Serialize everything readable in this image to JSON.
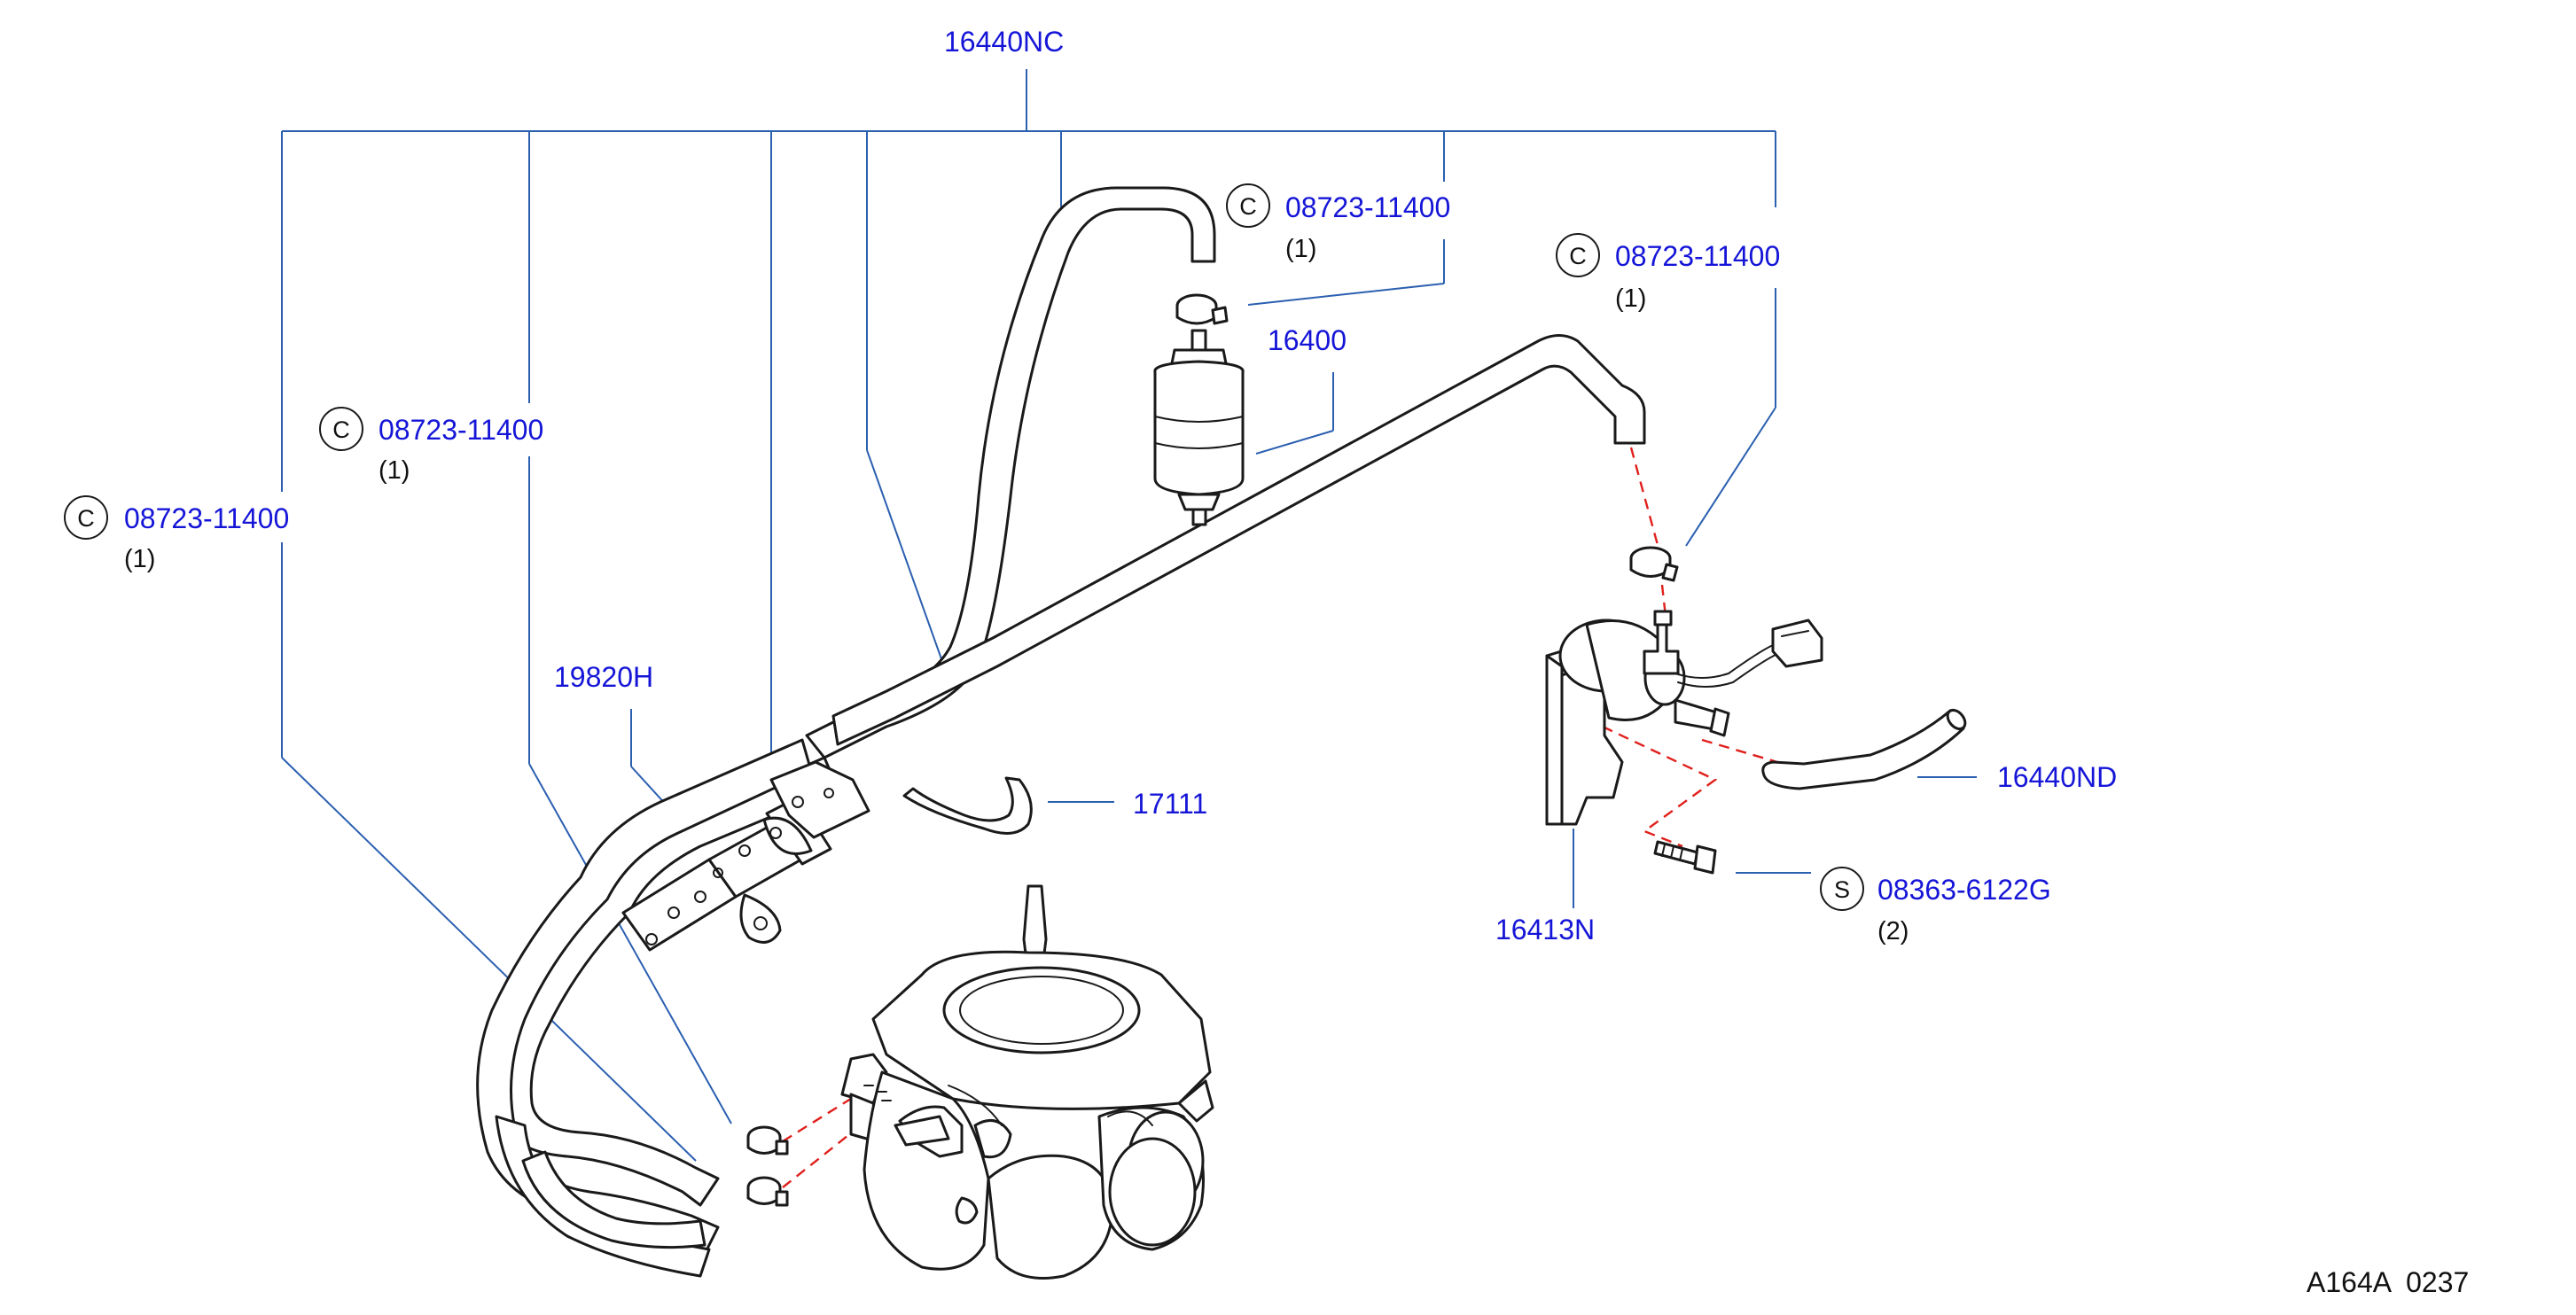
{
  "callouts": {
    "hose_main": "16440NC",
    "clamp_top": {
      "symbol": "C",
      "part": "08723-11400",
      "qty": "(1)"
    },
    "clamp_right": {
      "symbol": "C",
      "part": "08723-11400",
      "qty": "(1)"
    },
    "clamp_mid_left": {
      "symbol": "C",
      "part": "08723-11400",
      "qty": "(1)"
    },
    "clamp_far_left": {
      "symbol": "C",
      "part": "08723-11400",
      "qty": "(1)"
    },
    "fuel_filter": "16400",
    "protector": "19820H",
    "bracket_clip": "17111",
    "hose_lower_right": "16440ND",
    "bolt": {
      "symbol": "S",
      "part": "08363-6122G",
      "qty": "(2)"
    },
    "regulator_bracket": "16413N"
  },
  "diagram_ref": "A164A  0237",
  "colors": {
    "label": "#1515d8",
    "leader": "#2b5fb0",
    "hidden_line": "#e0201c",
    "line": "#1a1a1a"
  }
}
